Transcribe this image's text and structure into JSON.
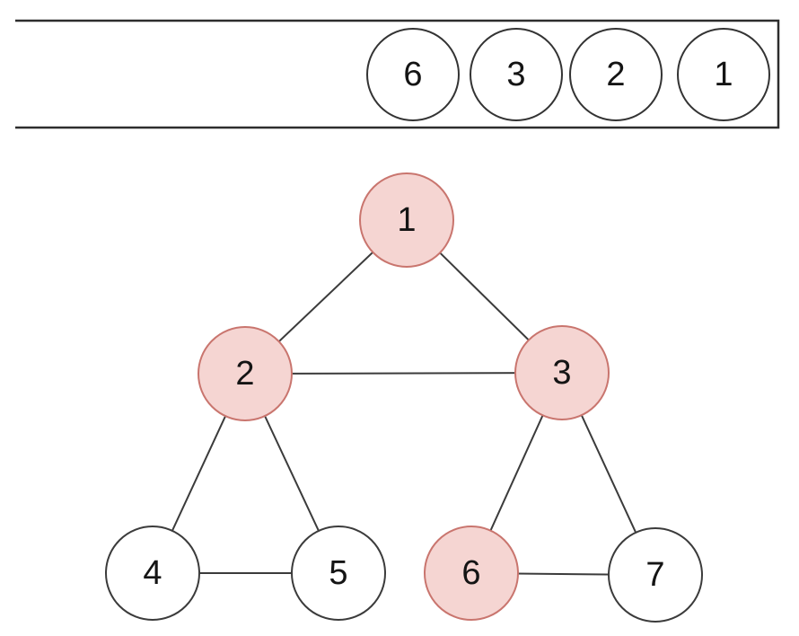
{
  "queue_bar": {
    "description": "horizontal container bar open on the left side, holding queued node values",
    "items": [
      {
        "label": "6"
      },
      {
        "label": "3"
      },
      {
        "label": "2"
      },
      {
        "label": "1"
      }
    ]
  },
  "graph": {
    "nodes": [
      {
        "id": 1,
        "label": "1",
        "state": "visited"
      },
      {
        "id": 2,
        "label": "2",
        "state": "visited"
      },
      {
        "id": 3,
        "label": "3",
        "state": "visited"
      },
      {
        "id": 4,
        "label": "4",
        "state": "unvisited"
      },
      {
        "id": 5,
        "label": "5",
        "state": "unvisited"
      },
      {
        "id": 6,
        "label": "6",
        "state": "visited"
      },
      {
        "id": 7,
        "label": "7",
        "state": "unvisited"
      }
    ],
    "edges": [
      [
        "1",
        "2"
      ],
      [
        "1",
        "3"
      ],
      [
        "2",
        "3"
      ],
      [
        "2",
        "4"
      ],
      [
        "2",
        "5"
      ],
      [
        "4",
        "5"
      ],
      [
        "3",
        "6"
      ],
      [
        "3",
        "7"
      ],
      [
        "6",
        "7"
      ]
    ]
  },
  "colors": {
    "visited_fill": "#f5d5d2",
    "visited_border": "#c9756e",
    "unvisited_fill": "#ffffff",
    "unvisited_border": "#3b3b3b",
    "edge": "#3b3b3b",
    "bar_border": "#2d2d2d",
    "number_text": "#141414",
    "background": "#ffffff"
  }
}
